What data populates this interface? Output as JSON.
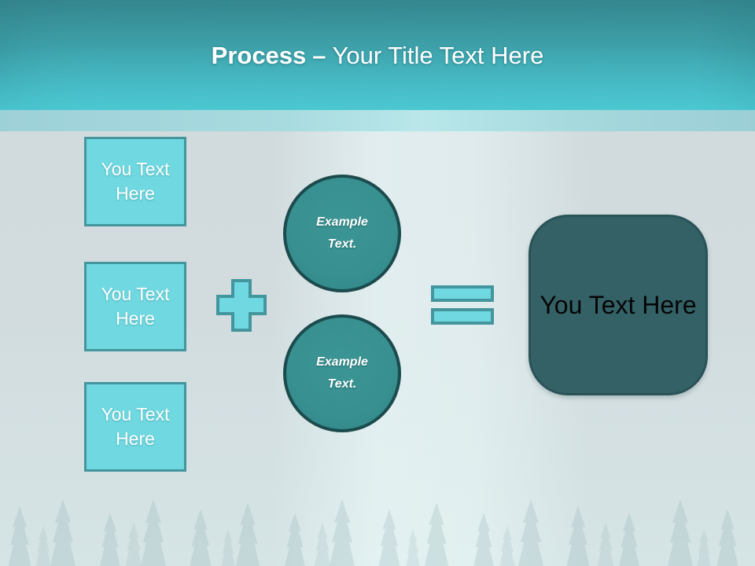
{
  "title": {
    "bold_part": "Process",
    "separator": "–",
    "regular_part": "Your Title Text Here"
  },
  "equation": {
    "addend_boxes": [
      "You Text Here",
      "You Text Here",
      "You Text Here"
    ],
    "circles": [
      {
        "line1": "Example",
        "line2": "Text."
      },
      {
        "line1": "Example",
        "line2": "Text."
      }
    ],
    "operators": {
      "plus": "plus-sign",
      "equals": "equals-sign"
    },
    "result_box": "You Text Here"
  },
  "colors": {
    "header_top": "#398d95",
    "header_bottom": "#52d4de",
    "divider_band": "#a8dbe0",
    "body_background": "#d2dcdf",
    "shape_fill_light": "#6fd8e0",
    "shape_border_light": "#44969e",
    "circle_fill": "#389090",
    "circle_border": "#1c4b4e",
    "result_fill": "#336166",
    "result_border": "#2a5357",
    "title_text": "#ffffff",
    "box_text": "#ffffff",
    "result_text": "#000000"
  }
}
